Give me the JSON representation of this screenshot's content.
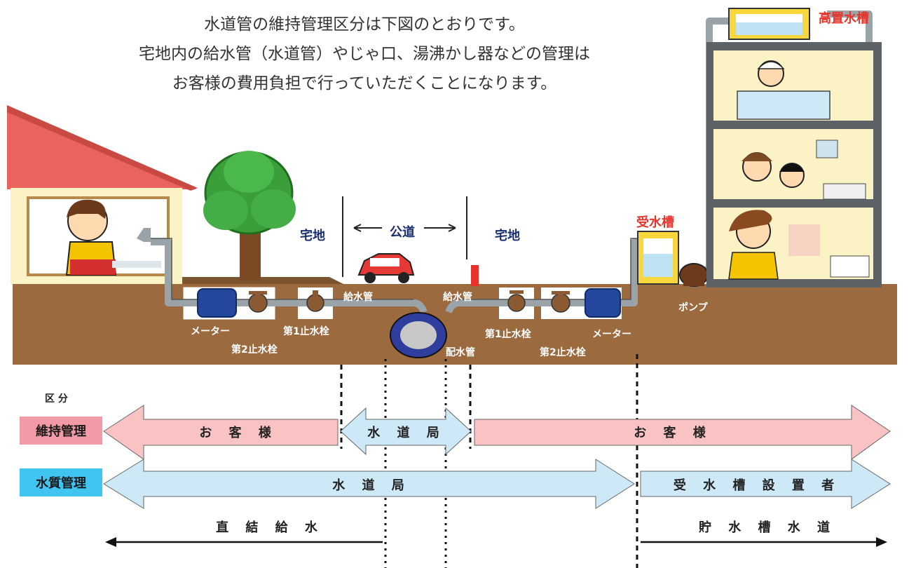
{
  "intro": {
    "line1": "水道管の維持管理区分は下図のとおりです。",
    "line2": "宅地内の給水管（水道管）やじゃ口、湯沸かし器などの管理は",
    "line3": "お客様の費用負担で行っていただくことになります。"
  },
  "labels": {
    "left_residential": "宅地",
    "public_road": "公道",
    "right_residential": "宅地",
    "receiving_tank": "受水槽",
    "elevated_tank": "高置水槽",
    "meter_left": "メーター",
    "stopcock2_left": "第2止水栓",
    "stopcock1_left": "第1止水栓",
    "supply_pipe_left": "給水管",
    "supply_pipe_right": "給水管",
    "distribution_pipe": "配水管",
    "stopcock1_right": "第1止水栓",
    "meter_right": "メーター",
    "stopcock2_right": "第2止水栓",
    "pump": "ポンプ"
  },
  "division": {
    "heading": "区 分",
    "maintenance": {
      "label": "維持管理",
      "left": "お 客 様",
      "center": "水 道 局",
      "right": "お 客 様"
    },
    "quality": {
      "label": "水質管理",
      "left": "水 道 局",
      "right": "受 水 槽 設 置 者"
    },
    "supply": {
      "direct": "直 結 給 水",
      "tank": "貯 水 槽 水 道"
    }
  },
  "colors": {
    "pink_fill": "#f8c3c2",
    "blue_fill": "#cde9f7",
    "maintenance_label": "#f29aa6",
    "quality_label": "#40c4f0",
    "ground": "#9b6a3f",
    "red_text": "#e8332a",
    "navy_text": "#1a2e6e"
  }
}
